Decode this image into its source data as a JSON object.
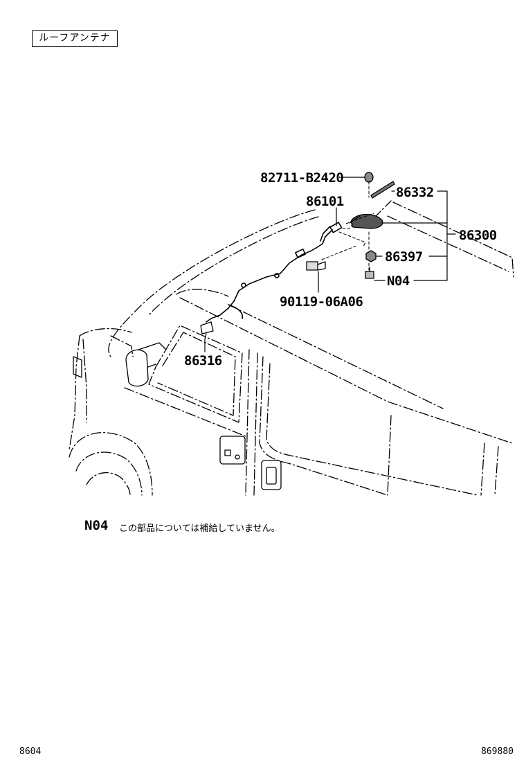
{
  "header": {
    "title": "ルーフアンテナ"
  },
  "callouts": [
    {
      "id": "part-82711-b2420",
      "label": "82711-B2420"
    },
    {
      "id": "part-86332",
      "label": "86332"
    },
    {
      "id": "part-86101",
      "label": "86101"
    },
    {
      "id": "part-86300",
      "label": "86300"
    },
    {
      "id": "part-86397",
      "label": "86397"
    },
    {
      "id": "part-n04",
      "label": "N04"
    },
    {
      "id": "part-90119-06a06",
      "label": "90119-06A06"
    },
    {
      "id": "part-86316",
      "label": "86316"
    }
  ],
  "note": {
    "code": "N04",
    "text": "この部品については補給していません。"
  },
  "footer": {
    "left": "8604",
    "right": "869880"
  }
}
